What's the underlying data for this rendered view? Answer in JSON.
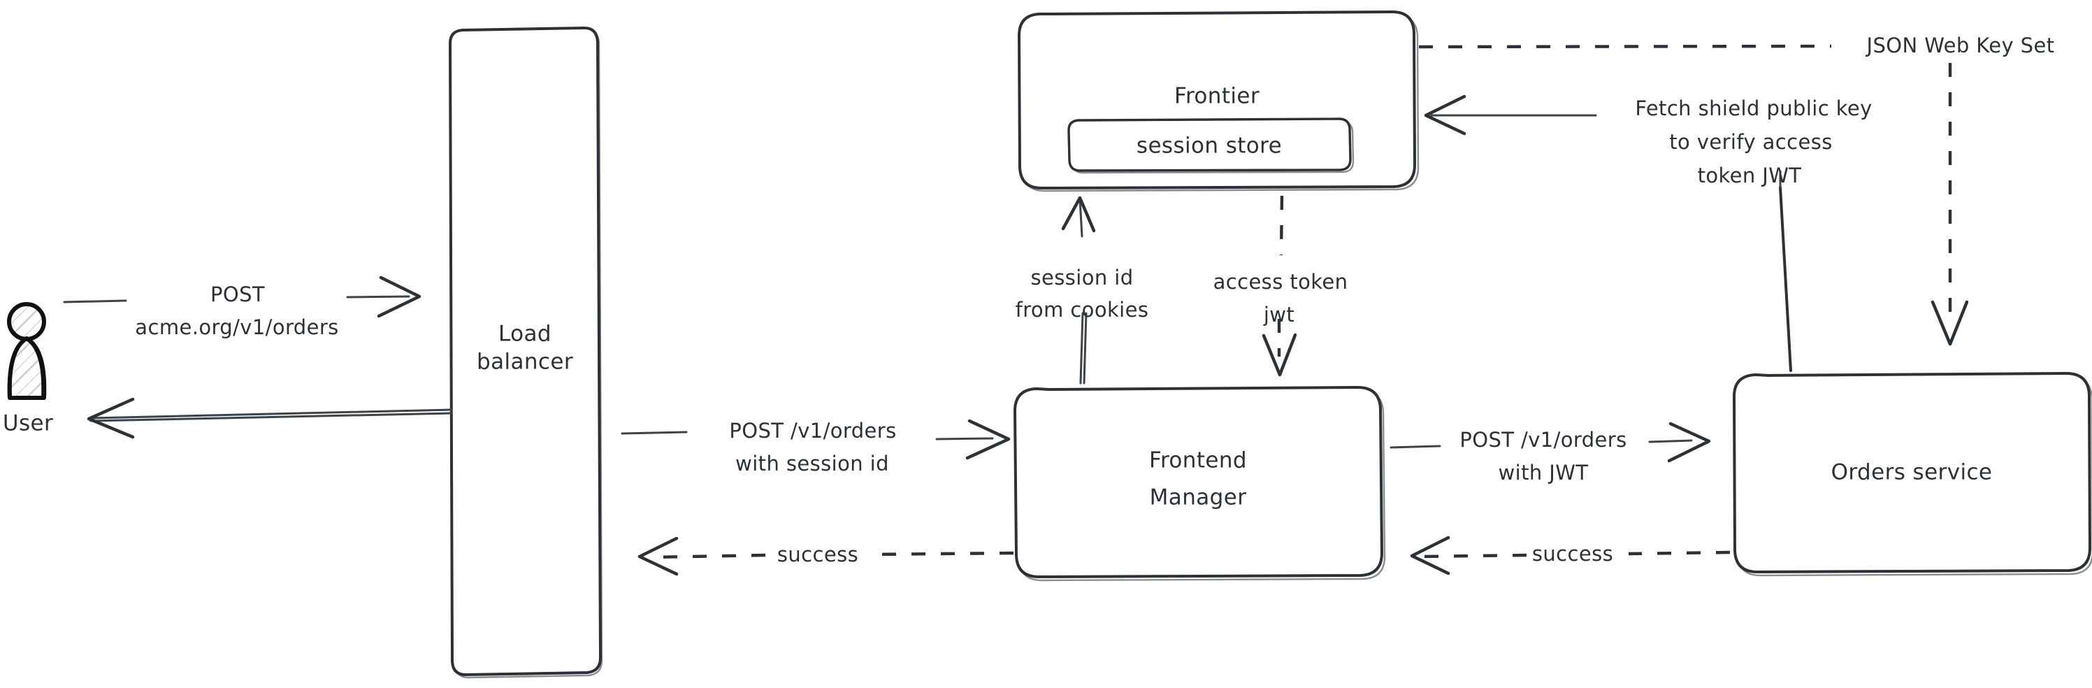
{
  "diagram": {
    "type": "architecture-flow-diagram",
    "style": "hand-drawn-sketch",
    "background_color": "#ffffff",
    "ink_color": "#2b3137",
    "actor_hatch_color": "#c6cdd6"
  },
  "nodes": {
    "user": {
      "label": "User",
      "shape": "actor"
    },
    "load_balancer": {
      "label": "Load\nbalancer",
      "line1": "Load",
      "line2": "balancer",
      "shape": "tall-rounded-rect"
    },
    "frontier": {
      "label": "Frontier",
      "shape": "rounded-rect"
    },
    "session_store": {
      "label": "session store",
      "shape": "rounded-rect-inner"
    },
    "frontend_manager": {
      "label": "Frontend\nManager",
      "line1": "Frontend",
      "line2": "Manager",
      "shape": "rounded-rect"
    },
    "orders_service": {
      "label": "Orders service",
      "shape": "rounded-rect"
    }
  },
  "edges": [
    {
      "id": "user-to-lb",
      "from": "user",
      "to": "load_balancer",
      "line1": "POST",
      "line2": "acme.org/v1/orders",
      "style": "solid",
      "direction": "right"
    },
    {
      "id": "lb-to-user",
      "from": "load_balancer",
      "to": "user",
      "line1": "",
      "line2": "",
      "style": "solid",
      "direction": "left"
    },
    {
      "id": "lb-to-fm",
      "from": "load_balancer",
      "to": "frontend_manager",
      "line1": "POST /v1/orders",
      "line2": "with session id",
      "style": "solid",
      "direction": "right"
    },
    {
      "id": "fm-to-lb",
      "from": "frontend_manager",
      "to": "load_balancer",
      "line1": "success",
      "line2": "",
      "style": "dashed",
      "direction": "left"
    },
    {
      "id": "fm-to-frontier",
      "from": "frontend_manager",
      "to": "frontier",
      "line1": "session id",
      "line2": "from cookies",
      "style": "solid",
      "direction": "up"
    },
    {
      "id": "frontier-to-fm",
      "from": "frontier",
      "to": "frontend_manager",
      "line1": "access token",
      "line2": "jwt",
      "style": "dashed",
      "direction": "down"
    },
    {
      "id": "fm-to-orders",
      "from": "frontend_manager",
      "to": "orders_service",
      "line1": "POST /v1/orders",
      "line2": "with JWT",
      "style": "solid",
      "direction": "right"
    },
    {
      "id": "orders-to-fm",
      "from": "orders_service",
      "to": "frontend_manager",
      "line1": "success",
      "line2": "",
      "style": "dashed",
      "direction": "left"
    },
    {
      "id": "orders-to-frontier",
      "from": "orders_service",
      "to": "frontier",
      "line1": "Fetch shield public key",
      "line2": "to verify access",
      "line3": "token JWT",
      "style": "solid",
      "direction": "left"
    },
    {
      "id": "frontier-to-orders-jwks",
      "from": "frontier",
      "to": "orders_service",
      "line1": "JSON Web Key Set",
      "style": "dashed",
      "direction": "down-right"
    }
  ],
  "labels": {
    "user": "User",
    "load_balancer_l1": "Load",
    "load_balancer_l2": "balancer",
    "frontier": "Frontier",
    "session_store": "session store",
    "frontend_manager_l1": "Frontend",
    "frontend_manager_l2": "Manager",
    "orders_service": "Orders service",
    "post_l1": "POST",
    "post_l2": "acme.org/v1/orders",
    "lb_fm_l1": "POST /v1/orders",
    "lb_fm_l2": "with session id",
    "success_left": "success",
    "session_id_l1": "session id",
    "session_id_l2": "from cookies",
    "access_token_l1": "access token",
    "access_token_l2": "jwt",
    "fm_orders_l1": "POST /v1/orders",
    "fm_orders_l2": "with JWT",
    "success_right": "success",
    "fetch_l1": "Fetch shield public key",
    "fetch_l2": "to verify access",
    "fetch_l3": "token JWT",
    "jwks": "JSON Web Key Set"
  }
}
